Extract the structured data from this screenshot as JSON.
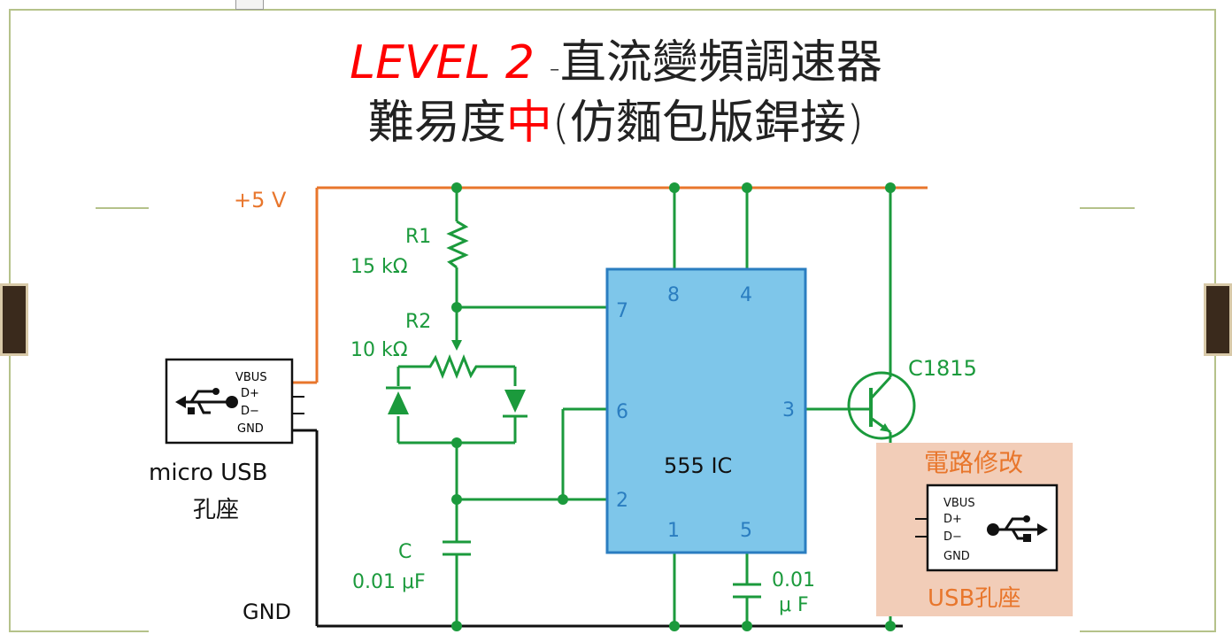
{
  "title": {
    "level": "LEVEL 2",
    "dash": "-",
    "line1_rest": "直流變頻調速器",
    "line2_prefix": "難易度",
    "line2_highlight": "中",
    "line2_suffix": "(仿麵包版銲接)"
  },
  "schematic": {
    "vcc_label": "+5 V",
    "gnd_label": "GND",
    "r1_name": "R1",
    "r1_value": "15 kΩ",
    "r2_name": "R2",
    "r2_value": "10 kΩ",
    "c_name": "C",
    "c_value": "0.01 μF",
    "c2_value_line1": "0.01",
    "c2_value_line2": "μ F",
    "ic_label": "555 IC",
    "pins": {
      "p8": "8",
      "p4": "4",
      "p7": "7",
      "p6": "6",
      "p3": "3",
      "p2": "2",
      "p1": "1",
      "p5": "5"
    },
    "transistor": "C1815",
    "usb_in": {
      "vbus": "VBUS",
      "dp": "D+",
      "dm": "D−",
      "gnd": "GND",
      "label1": "micro USB",
      "label2": "孔座"
    },
    "mod_box": {
      "title": "電路修改",
      "vbus": "VBUS",
      "dp": "D+",
      "dm": "D−",
      "gnd": "GND",
      "label": "USB孔座"
    }
  },
  "colors": {
    "orange": "#e8762c",
    "green": "#1b9a3c",
    "ic_fill": "#7ec6ea",
    "ic_stroke": "#2a7dc0",
    "mod_bg": "#f2cdb8",
    "frame": "#b5c28a"
  }
}
